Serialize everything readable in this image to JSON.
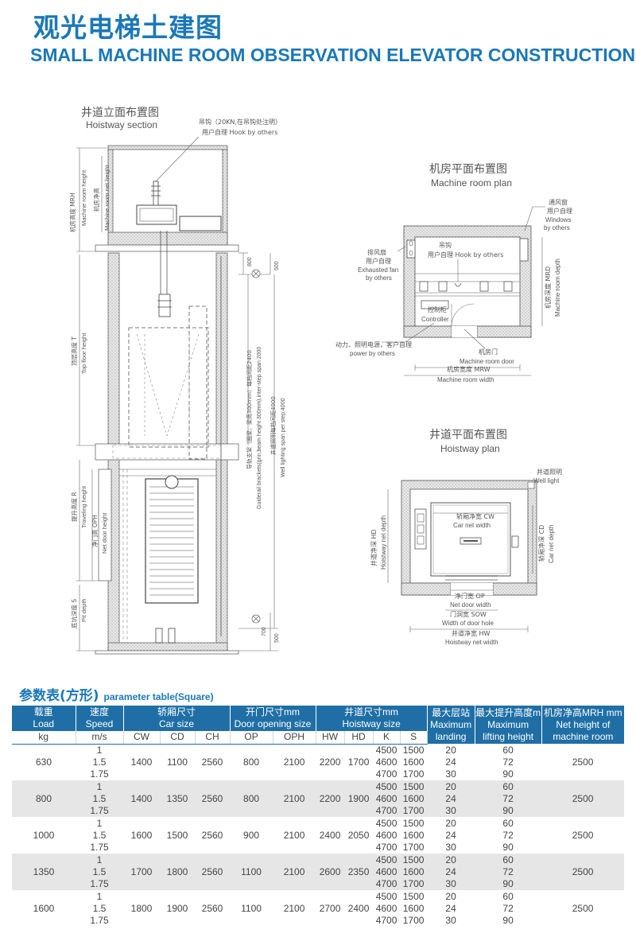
{
  "title_cn": "观光电梯土建图",
  "title_en": "SMALL MACHINE ROOM OBSERVATION ELEVATOR CONSTRUCTION",
  "section": {
    "title_cn": "井道立面布置图",
    "title_en": "Hoistway section",
    "hook_cn": "吊钩（20KN,在吊钩处注明）",
    "hook_en": "用户自理 Hook by others",
    "mrh_cn": "机房高度 MRH",
    "mrh_en": "Machine room height",
    "mrnh_cn": "机房净高",
    "mrnh_en": "Machine room net height",
    "t_cn": "顶层高度 T",
    "t_en": "Top floor height",
    "r_cn": "提升高度 R",
    "r_en": "Traveling height",
    "oph_cn": "净门高 OPH",
    "oph_en": "Net door height",
    "s_cn": "底坑深度 S",
    "s_en": "Pit depth",
    "dim_800": "800",
    "dim_500_top": "500",
    "dim_700": "700",
    "dim_500_bottom": "500",
    "guide_cn": "导轨支架（圈梁，梁高300mm）每档间距2400",
    "guide_en": "Guiderail brackets(grin,beam height 300mm),inter-step span:2000",
    "well_cn": "井道照明每档间距4000",
    "well_en": "Well lighting span per step:4000"
  },
  "machine_plan": {
    "title_cn": "机房平面布置图",
    "title_en": "Machine room plan",
    "window_cn": "通风窗",
    "window_cn2": "用户自理",
    "window_en": "Windows",
    "window_en2": "by others",
    "fan_cn": "排风扇",
    "fan_cn2": "用户自理",
    "fan_en": "Exhausted fan",
    "fan_en2": "by others",
    "hook_cn": "吊钩",
    "hook_en": "用户自理 Hook by others",
    "controller_cn": "控制柜",
    "controller_en": "Controller",
    "power_cn": "动力、照明电源，客户自理",
    "power_en": "power by others",
    "door_cn": "机房门",
    "door_en": "Machine room door",
    "mrw_cn": "机房宽度 MRW",
    "mrw_en": "Machine room width",
    "mrd_cn": "机房深度 MRD",
    "mrd_en": "Machine room depth"
  },
  "hoist_plan": {
    "title_cn": "井道平面布置图",
    "title_en": "Hoistway plan",
    "light_cn": "井道照明",
    "light_en": "Well light",
    "cw_cn": "轿厢净宽 CW",
    "cw_en": "Car net width",
    "hd_cn": "井道净深 HD",
    "hd_en": "Hoistway net depth",
    "cd_cn": "轿厢净深 CD",
    "cd_en": "Car net depth",
    "op_cn": "净门宽 OP",
    "op_en": "Net door width",
    "sow_cn": "门洞宽 SOW",
    "sow_en": "Width of door hole",
    "hw_cn": "井道净宽 HW",
    "hw_en": "Hoistway net width"
  },
  "table": {
    "title_cn": "参数表(方形)",
    "title_en": "parameter table(Square)",
    "headers": {
      "load_cn": "载重",
      "load_en": "Load",
      "speed_cn": "速度",
      "speed_en": "Speed",
      "car_cn": "轿厢尺寸",
      "car_en": "Car size",
      "door_cn": "开门尺寸mm",
      "door_en": "Door opening size",
      "hoist_cn": "井道尺寸mm",
      "hoist_en": "Hoistway size",
      "landing_cn": "最大层站",
      "landing_en1": "Maximum",
      "landing_en2": "landing",
      "lift_cn": "最大提升高度m",
      "lift_en1": "Maximum",
      "lift_en2": "lifting height",
      "mrh_cn": "机房净高MRH mm",
      "mrh_en1": "Net height of",
      "mrh_en2": "machine room"
    },
    "sub": [
      "kg",
      "m/s",
      "CW",
      "CD",
      "CH",
      "OP",
      "OPH",
      "HW",
      "HD",
      "K",
      "S"
    ],
    "rows": [
      {
        "load": "630",
        "speeds": [
          "1",
          "1.5",
          "1.75"
        ],
        "cw": "1400",
        "cd": "1100",
        "ch": "2560",
        "op": "800",
        "oph": "2100",
        "hw": "2200",
        "hd": "1700",
        "k": [
          "4500",
          "4600",
          "4700"
        ],
        "s": [
          "1500",
          "1600",
          "1700"
        ],
        "landing": [
          "20",
          "24",
          "30"
        ],
        "lift": [
          "60",
          "72",
          "90"
        ],
        "mrh": "2500"
      },
      {
        "load": "800",
        "speeds": [
          "1",
          "1.5",
          "1.75"
        ],
        "cw": "1400",
        "cd": "1350",
        "ch": "2560",
        "op": "800",
        "oph": "2100",
        "hw": "2200",
        "hd": "1900",
        "k": [
          "4500",
          "4600",
          "4700"
        ],
        "s": [
          "1500",
          "1600",
          "1700"
        ],
        "landing": [
          "20",
          "24",
          "30"
        ],
        "lift": [
          "60",
          "72",
          "90"
        ],
        "mrh": "2500"
      },
      {
        "load": "1000",
        "speeds": [
          "1",
          "1.5",
          "1.75"
        ],
        "cw": "1600",
        "cd": "1500",
        "ch": "2560",
        "op": "900",
        "oph": "2100",
        "hw": "2400",
        "hd": "2050",
        "k": [
          "4500",
          "4600",
          "4700"
        ],
        "s": [
          "1500",
          "1600",
          "1700"
        ],
        "landing": [
          "20",
          "24",
          "30"
        ],
        "lift": [
          "60",
          "72",
          "90"
        ],
        "mrh": "2500"
      },
      {
        "load": "1350",
        "speeds": [
          "1",
          "1.5",
          "1.75"
        ],
        "cw": "1700",
        "cd": "1800",
        "ch": "2560",
        "op": "1100",
        "oph": "2100",
        "hw": "2600",
        "hd": "2350",
        "k": [
          "4500",
          "4600",
          "4700"
        ],
        "s": [
          "1500",
          "1600",
          "1700"
        ],
        "landing": [
          "20",
          "24",
          "30"
        ],
        "lift": [
          "60",
          "72",
          "90"
        ],
        "mrh": "2500"
      },
      {
        "load": "1600",
        "speeds": [
          "1",
          "1.5",
          "1.75"
        ],
        "cw": "1800",
        "cd": "1900",
        "ch": "2560",
        "op": "1100",
        "oph": "2100",
        "hw": "2700",
        "hd": "2400",
        "k": [
          "4500",
          "4600",
          "4700"
        ],
        "s": [
          "1500",
          "1600",
          "1700"
        ],
        "landing": [
          "20",
          "24",
          "30"
        ],
        "lift": [
          "60",
          "72",
          "90"
        ],
        "mrh": "2500"
      }
    ]
  }
}
